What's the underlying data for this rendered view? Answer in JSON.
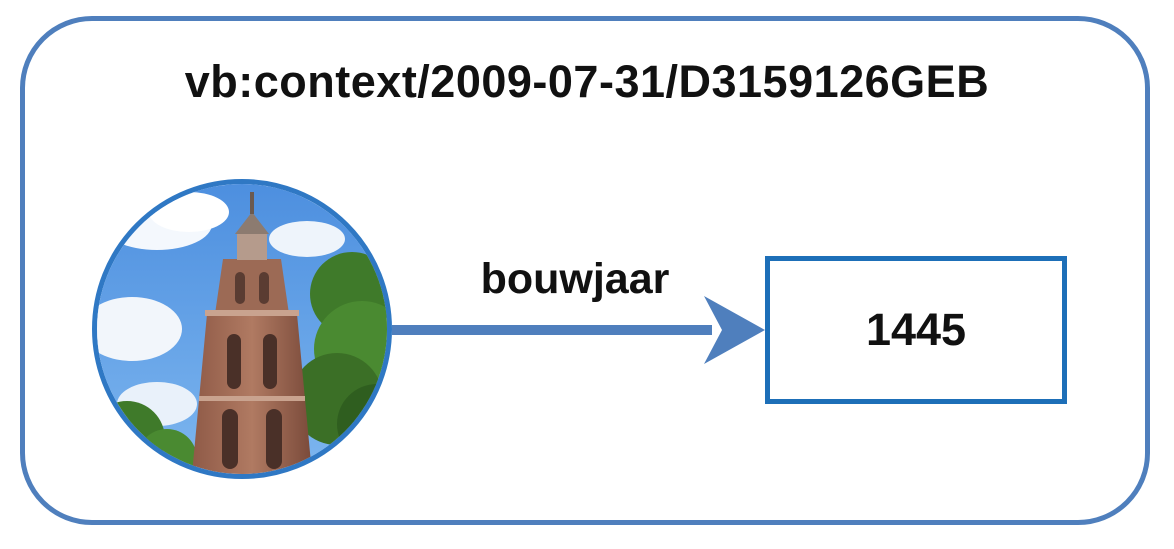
{
  "diagram": {
    "context_label": "vb:context/2009-07-31/D3159126GEB",
    "subject": {
      "image": "church-tower-photo"
    },
    "predicate_label": "bouwjaar",
    "object_value": "1445"
  },
  "colors": {
    "frame_border": "#4f7fbd",
    "node_border": "#2f78c4",
    "arrow": "#4f7fbd",
    "text": "#111111"
  }
}
